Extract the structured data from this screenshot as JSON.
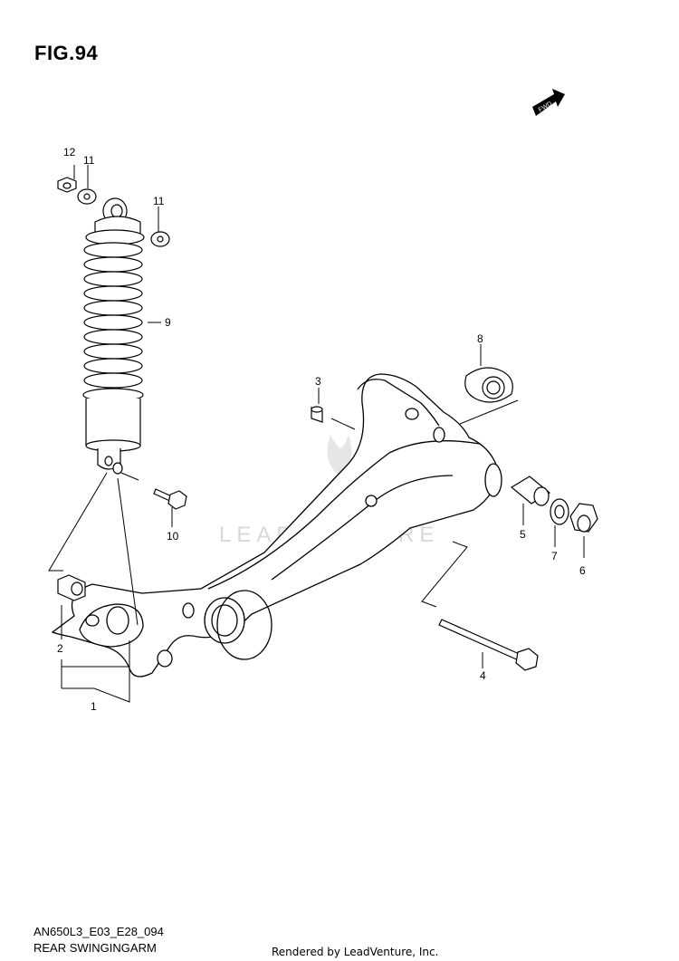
{
  "figure": {
    "title": "FIG.94",
    "part_code": "AN650L3_E03_E28_094",
    "section_title": "REAR SWINGINGARM",
    "rendered_by": "Rendered by LeadVenture, Inc.",
    "watermark": "LEADVENTURE",
    "fwd_label": "FWD"
  },
  "callouts": [
    "1",
    "2",
    "3",
    "4",
    "5",
    "6",
    "7",
    "8",
    "9",
    "10",
    "11",
    "11",
    "12"
  ],
  "colors": {
    "line": "#000000",
    "background": "#ffffff",
    "watermark": "#d8d8d8"
  }
}
